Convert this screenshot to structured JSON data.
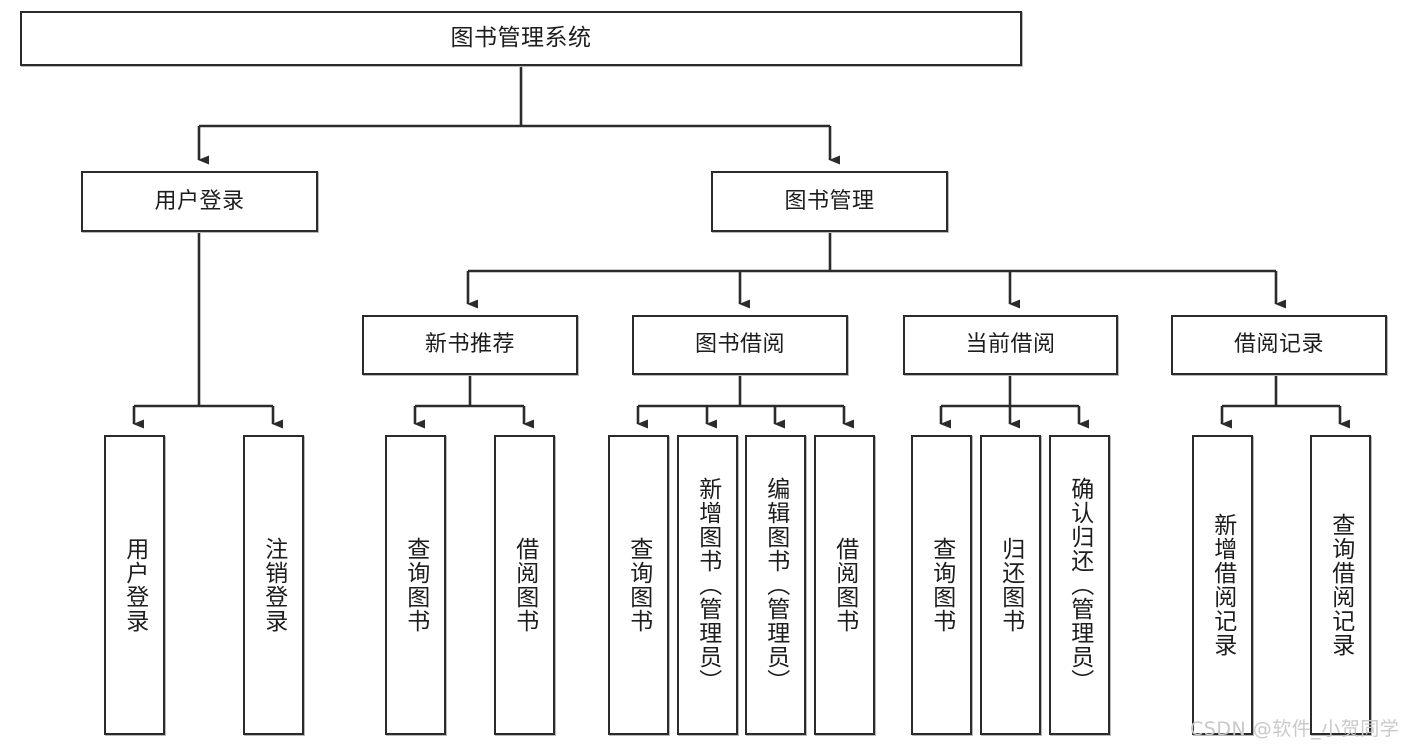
{
  "diagram": {
    "title_node": {
      "label": "图书管理系统"
    },
    "level2": [
      {
        "label": "用户登录"
      },
      {
        "label": "图书管理"
      }
    ],
    "level3": [
      {
        "label": "新书推荐"
      },
      {
        "label": "图书借阅"
      },
      {
        "label": "当前借阅"
      },
      {
        "label": "借阅记录"
      }
    ],
    "leaves": {
      "user_login": [
        {
          "label": "用户登录"
        },
        {
          "label": "注销登录"
        }
      ],
      "new_book": [
        {
          "label": "查询图书"
        },
        {
          "label": "借阅图书"
        }
      ],
      "book_borrow": [
        {
          "label": "查询图书"
        },
        {
          "label": "新增图书（管理员）"
        },
        {
          "label": "编辑图书（管理员）"
        },
        {
          "label": "借阅图书"
        }
      ],
      "current_borrow": [
        {
          "label": "查询图书"
        },
        {
          "label": "归还图书"
        },
        {
          "label": "确认归还（管理员）"
        }
      ],
      "borrow_record": [
        {
          "label": "新增借阅记录"
        },
        {
          "label": "查询借阅记录"
        }
      ]
    }
  },
  "watermark": {
    "text": "CSDN @软件_小贺同学"
  },
  "colors": {
    "stroke": "#2b2b2b",
    "background": "#ffffff",
    "text": "#1d1d1d",
    "watermark": "#c9c9c9"
  }
}
